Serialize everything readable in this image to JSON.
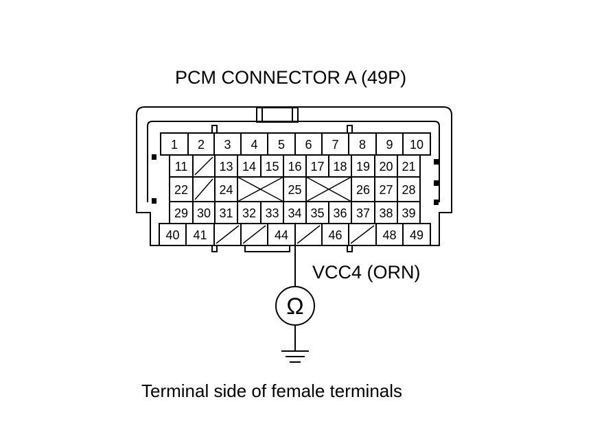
{
  "title": "PCM CONNECTOR A (49P)",
  "probe_label": "VCC4 (ORN)",
  "caption": "Terminal side of female terminals",
  "meter_symbol": "Ω",
  "ground_icon": "ground-icon",
  "connector": {
    "rows": [
      [
        "1",
        "2",
        "3",
        "4",
        "5",
        "6",
        "7",
        "8",
        "9",
        "10"
      ],
      [
        "11",
        "",
        "13",
        "14",
        "15",
        "16",
        "17",
        "18",
        "19",
        "20",
        "21"
      ],
      [
        "22",
        "",
        "24",
        "",
        "25",
        "",
        "26",
        "27",
        "28"
      ],
      [
        "29",
        "30",
        "31",
        "32",
        "33",
        "34",
        "35",
        "36",
        "37",
        "38",
        "39"
      ],
      [
        "40",
        "41",
        "",
        "",
        "44",
        "",
        "46",
        "",
        "48",
        "49"
      ]
    ]
  }
}
